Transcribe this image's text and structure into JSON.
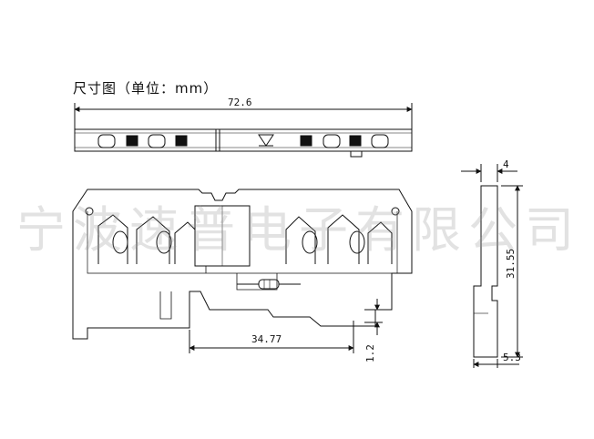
{
  "title": "尺寸图（单位：mm）",
  "watermark": "宁波速普电子有限公司",
  "dimensions": {
    "overall_length": "72.6",
    "foot_span": "34.77",
    "foot_height": "1.2",
    "side_width": "4",
    "side_height": "31.55",
    "side_foot": "5.3"
  }
}
